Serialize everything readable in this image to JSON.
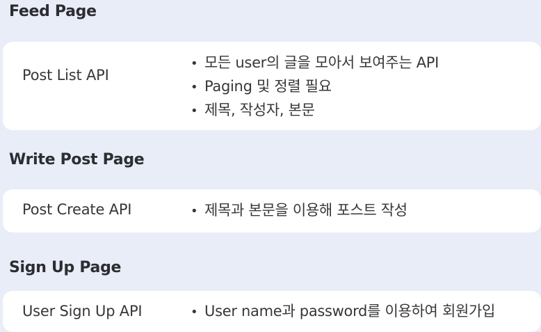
{
  "sections": [
    {
      "title": "Feed Page",
      "api": "Post List API",
      "details": [
        "모든 user의 글을 모아서 보여주는 API",
        "Paging 및 정렬 필요",
        "제목, 작성자, 본문"
      ]
    },
    {
      "title": "Write Post Page",
      "api": "Post Create API",
      "details": [
        "제목과 본문을 이용해 포스트 작성"
      ]
    },
    {
      "title": "Sign Up Page",
      "api": "User Sign Up API",
      "details": [
        "User name과 password를 이용하여 회원가입"
      ]
    }
  ],
  "bullet_char": "•"
}
